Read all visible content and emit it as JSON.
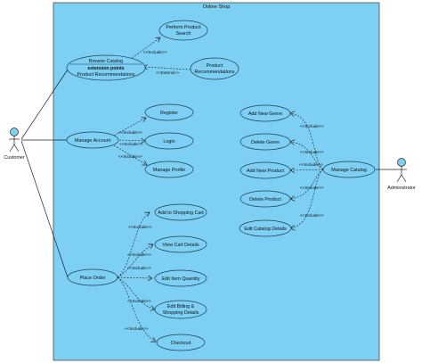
{
  "system": {
    "title": "Online Shop"
  },
  "actors": {
    "customer": {
      "name": "Customer"
    },
    "admin": {
      "name": "Administrator"
    }
  },
  "colors": {
    "boundary_fill": "#7dcff4",
    "boundary_stroke": "#4a4a4a",
    "usecase_fill": "#7dcff4",
    "usecase_stroke": "#1f3f55",
    "actor_head": "#7dcff4",
    "line": "#222222"
  },
  "browse": {
    "label": "Browse Catalog",
    "ext_title": "extension points",
    "ext_item": "Product Recommendations"
  },
  "usecases": {
    "search": {
      "line1": "Perform Product",
      "line2": "Search"
    },
    "recommend": {
      "line1": "Product",
      "line2": "Recommendations"
    },
    "manage_account": "Manage Account",
    "register": "Register",
    "login": "Login",
    "manage_profile": "Manage Profile",
    "place_order": "Place Order",
    "add_cart": "Add to Shopping Cart",
    "view_cart": "View Cart Details",
    "edit_qty": "Edit Item Quantity",
    "billing": {
      "line1": "Edit Billing &",
      "line2": "Shopping Details"
    },
    "checkout": "Checkout",
    "add_genre": "Add New Genre",
    "delete_genre": "Delete Genre",
    "add_product": "Add New Product",
    "delete_product": "Delete Product",
    "edit_catalog": "Edit Catalog Details",
    "manage_catalog": "Manage Catalog"
  },
  "relations": {
    "include": "<<Include>>",
    "extend": "<<Extend>>"
  }
}
